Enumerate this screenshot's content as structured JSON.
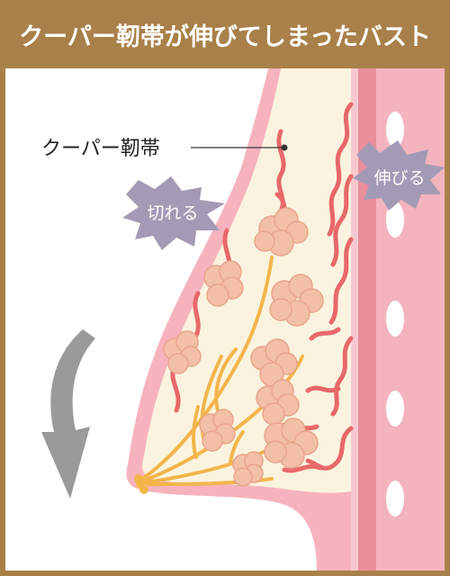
{
  "title": "クーパー靭帯が伸びてしまったバスト",
  "labels": {
    "cooper_ligament": "クーパー靭帯",
    "torn": "切れる",
    "stretched": "伸びる"
  },
  "colors": {
    "header_bg": "#a98049",
    "skin_outline": "#f2a7b4",
    "tissue_fill": "#fbf3df",
    "ligament": "#e8686a",
    "gland": "#f3bfa7",
    "duct": "#f3b54a",
    "chest_wall": "#e98f9c",
    "badge": "#a39bb5",
    "arrow": "#9a9a9a"
  },
  "icons": [
    "down-curved-arrow-icon",
    "burst-badge-icon"
  ]
}
